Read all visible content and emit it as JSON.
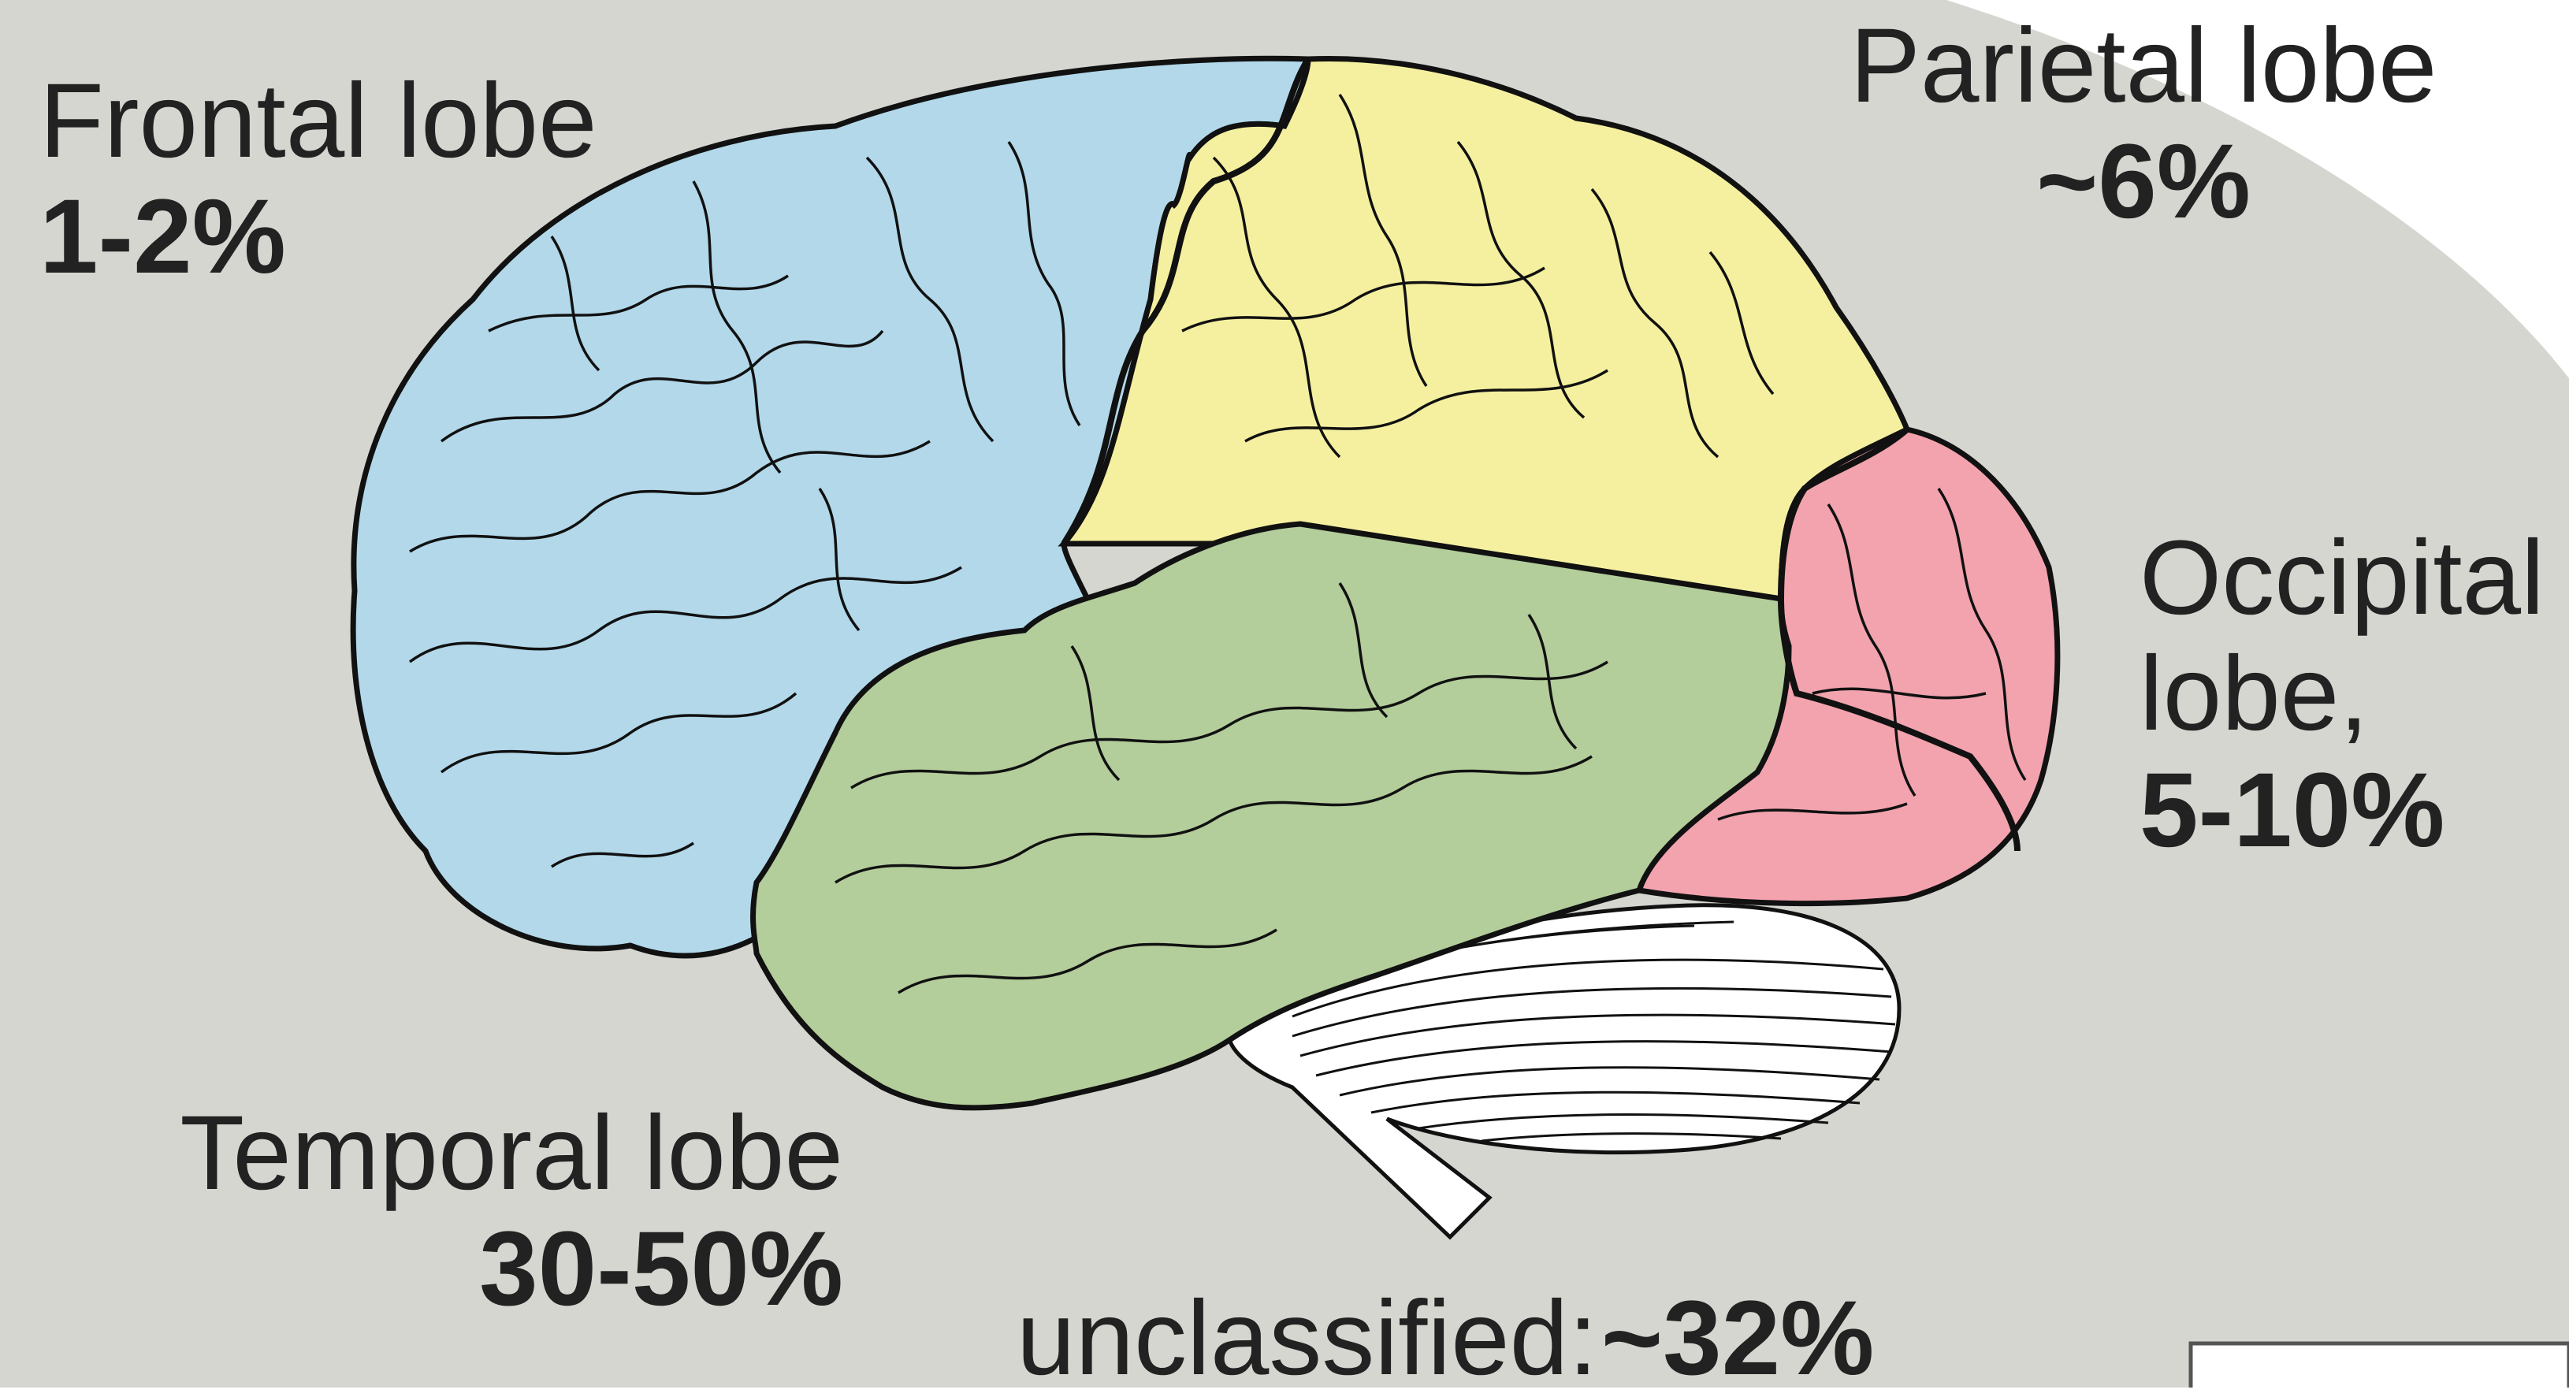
{
  "colors": {
    "background": "#d6d6d1",
    "frontal": "#b2d8ea",
    "parietal": "#f5f0a0",
    "temporal": "#b3cd9b",
    "occipital": "#f2a3ae",
    "cerebellum": "#ffffff",
    "outline": "#111111"
  },
  "lobes": {
    "frontal": {
      "name": "Frontal lobe",
      "value": "1-2%"
    },
    "parietal": {
      "name": "Parietal lobe",
      "value": "~6%"
    },
    "occipital": {
      "name_line1": "Occipital",
      "name_line2": "lobe,",
      "value": "5-10%"
    },
    "temporal": {
      "name": "Temporal lobe",
      "value": "30-50%"
    },
    "unclassified": {
      "name": "unclassified:",
      "value": "~32%"
    }
  }
}
